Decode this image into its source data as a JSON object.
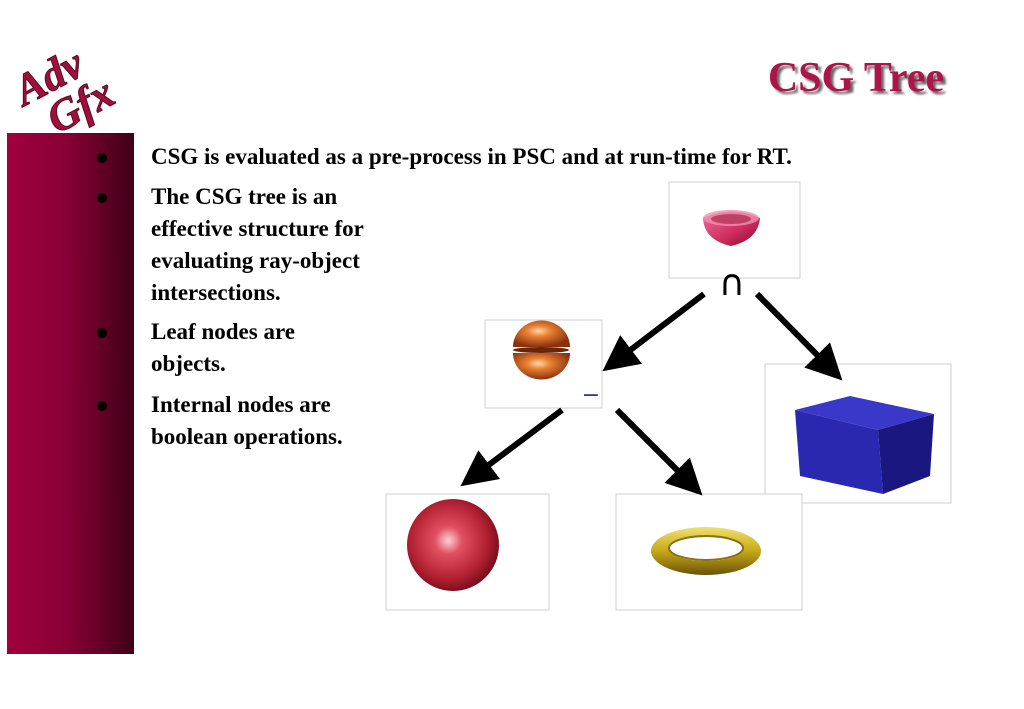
{
  "title": "CSG Tree",
  "logo_text": "Adv Gfx",
  "bullets": [
    {
      "lines": [
        "CSG is evaluated as a pre-process in PSC and at run-time for RT."
      ]
    },
    {
      "lines": [
        "The CSG tree is an",
        "effective structure for",
        "evaluating ray-object",
        "intersections."
      ]
    },
    {
      "lines": [
        "Leaf nodes are",
        "objects."
      ]
    },
    {
      "lines": [
        "Internal nodes are",
        "boolean operations."
      ]
    }
  ],
  "tree": {
    "root_operator": "∩",
    "inner_operator": "−"
  },
  "colors": {
    "accent": "#b0124a",
    "sidebar": "#8a0036",
    "box": "#2a28b0",
    "sphere": "#b8283a",
    "torus": "#c8a818",
    "orange": "#d86820",
    "bowl": "#cc2a5a"
  }
}
